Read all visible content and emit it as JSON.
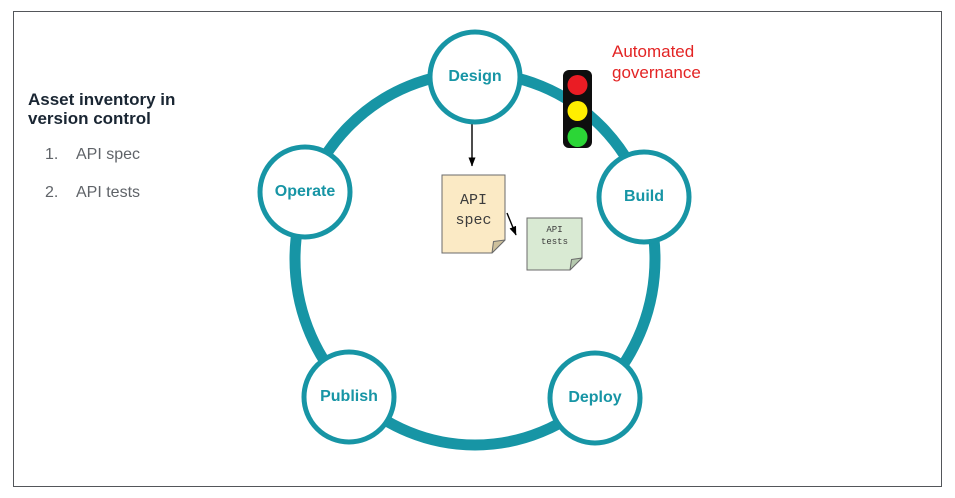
{
  "heading": {
    "text": "Asset inventory in version control"
  },
  "asset_list": {
    "items": [
      {
        "number": "1.",
        "label": "API spec"
      },
      {
        "number": "2.",
        "label": "API tests"
      }
    ]
  },
  "lifecycle": {
    "phases": [
      {
        "label": "Design"
      },
      {
        "label": "Build"
      },
      {
        "label": "Deploy"
      },
      {
        "label": "Publish"
      },
      {
        "label": "Operate"
      }
    ]
  },
  "annotation": {
    "text": "Automated governance"
  },
  "notes": [
    {
      "text": "API\nspec"
    },
    {
      "text": "API\ntests"
    }
  ],
  "traffic_light": {
    "lights": [
      "red",
      "yellow",
      "green"
    ]
  },
  "colors": {
    "ring_teal": "#1795a5",
    "annotation_red": "#e32424",
    "heading_dark": "#1a2633",
    "list_gray": "#5f6368",
    "note_yellow": "#fbeac5",
    "note_green": "#d9ead3",
    "light_red": "#ea1c24",
    "light_yellow": "#ffee00",
    "light_green": "#2bd636",
    "frame_gray": "#53565a"
  }
}
